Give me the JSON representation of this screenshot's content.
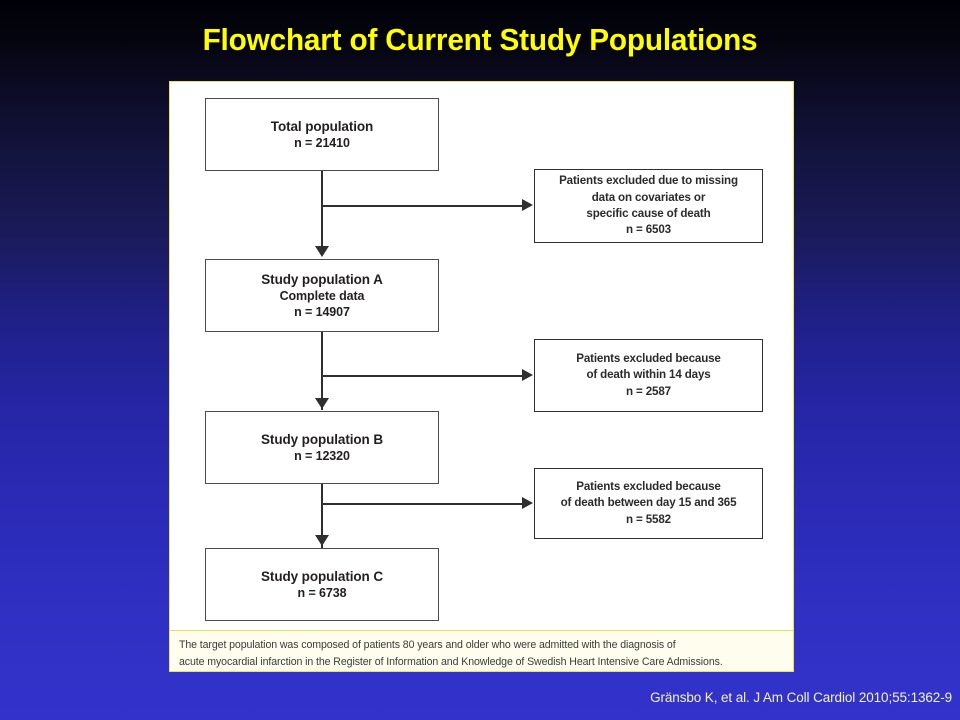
{
  "slide": {
    "title": "Flowchart of Current Study Populations",
    "title_color": "#ffff00",
    "background_top_color": "#000008",
    "background_bottom_color": "#3333cc",
    "panel_background": "#ffffff",
    "panel_border_color": "#e8e259"
  },
  "flowchart": {
    "type": "flow-diagram",
    "boxes": [
      {
        "id": "total-population",
        "line1": "Total population",
        "line2": "n = 21410",
        "n": 21410,
        "kind": "population"
      },
      {
        "id": "study-population-a",
        "line1": "Study population A",
        "line2": "Complete data",
        "line3": "n = 14907",
        "n": 14907,
        "kind": "population"
      },
      {
        "id": "study-population-b",
        "line1": "Study population B",
        "line2": "n = 12320",
        "n": 12320,
        "kind": "population"
      },
      {
        "id": "study-population-c",
        "line1": "Study population C",
        "line2": "n = 6738",
        "n": 6738,
        "kind": "population"
      }
    ],
    "exclusions": [
      {
        "id": "exclusion-missing-data",
        "line1": "Patients excluded due to missing",
        "line2": "data on covariates or",
        "line3": "specific cause of death",
        "line4": "n = 6503",
        "n": 6503
      },
      {
        "id": "exclusion-death-14-days",
        "line1": "Patients excluded because",
        "line2": "of death within 14 days",
        "line3": "n = 2587",
        "n": 2587
      },
      {
        "id": "exclusion-death-15-365",
        "line1": "Patients excluded because",
        "line2": "of death between day 15 and 365",
        "line3": "n = 5582",
        "n": 5582
      }
    ]
  },
  "footnote": {
    "line1": "The target population was composed of patients 80 years and older who were admitted with the diagnosis of",
    "line2": "acute myocardial infarction in the Register of Information and Knowledge of Swedish Heart Intensive Care Admissions."
  },
  "citation": {
    "text": "Gränsbo K, et al. J Am Coll Cardiol 2010;55:1362-9"
  }
}
